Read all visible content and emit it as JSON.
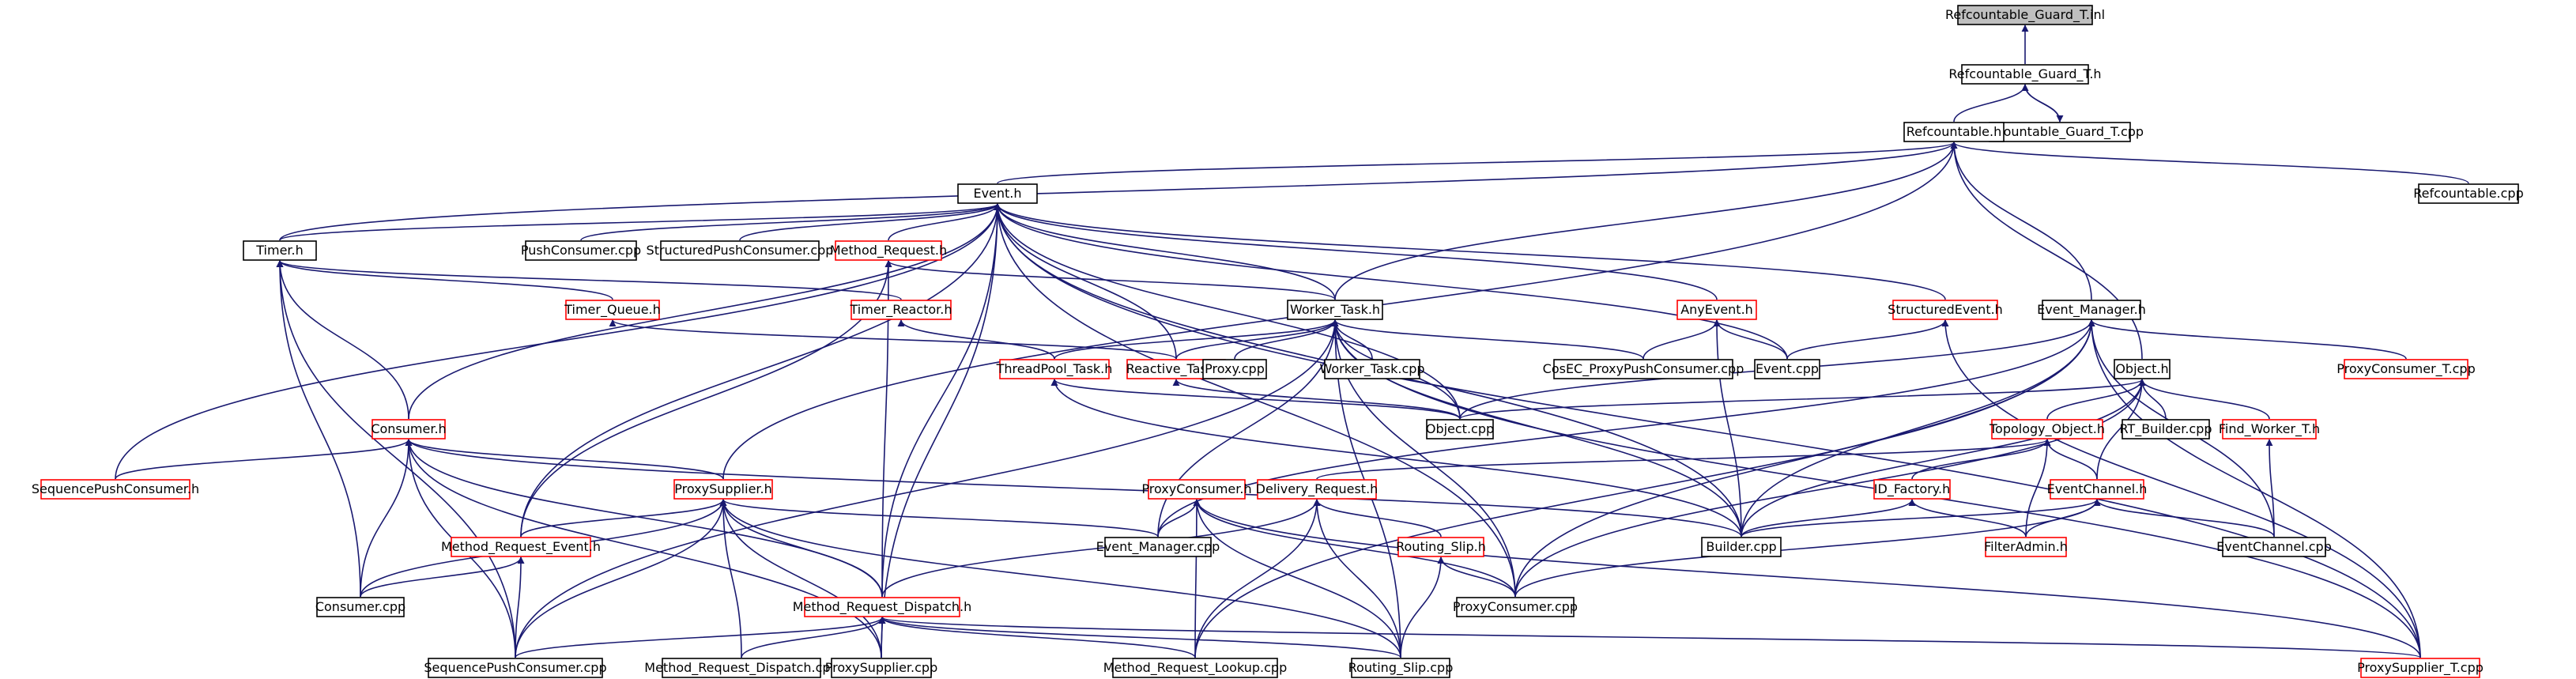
{
  "colors": {
    "edge": "#191970",
    "arrowhead": "#191970",
    "border_documented": "#000000",
    "border_undocumented": "#ff0000",
    "fill_root": "#bfbfbf",
    "fill_default": "#ffffff",
    "label": "#000000"
  },
  "nodes": [
    {
      "id": "n0",
      "label": "Refcountable_Guard_T.inl",
      "style": "root"
    },
    {
      "id": "n1",
      "label": "Refcountable_Guard_T.h",
      "style": "normal"
    },
    {
      "id": "n2",
      "label": "Refcountable_Guard_T.cpp",
      "style": "normal"
    },
    {
      "id": "n3",
      "label": "Refcountable.h",
      "style": "normal"
    },
    {
      "id": "n4",
      "label": "Refcountable.cpp",
      "style": "normal"
    },
    {
      "id": "n5",
      "label": "Event.h",
      "style": "normal"
    },
    {
      "id": "n6",
      "label": "Timer.h",
      "style": "normal"
    },
    {
      "id": "n7",
      "label": "PushConsumer.cpp",
      "style": "normal"
    },
    {
      "id": "n8",
      "label": "StructuredPushConsumer.cpp",
      "style": "normal"
    },
    {
      "id": "n9",
      "label": "Method_Request.h",
      "style": "red"
    },
    {
      "id": "n10",
      "label": "Timer_Queue.h",
      "style": "red"
    },
    {
      "id": "n11",
      "label": "Timer_Reactor.h",
      "style": "red"
    },
    {
      "id": "n12",
      "label": "Worker_Task.h",
      "style": "normal"
    },
    {
      "id": "n13",
      "label": "AnyEvent.h",
      "style": "red"
    },
    {
      "id": "n14",
      "label": "StructuredEvent.h",
      "style": "red"
    },
    {
      "id": "n15",
      "label": "Event_Manager.h",
      "style": "normal"
    },
    {
      "id": "n16",
      "label": "ProxyConsumer_T.cpp",
      "style": "red"
    },
    {
      "id": "n17",
      "label": "ThreadPool_Task.h",
      "style": "red"
    },
    {
      "id": "n18",
      "label": "Reactive_Task.h",
      "style": "red"
    },
    {
      "id": "n19",
      "label": "Proxy.cpp",
      "style": "normal"
    },
    {
      "id": "n20",
      "label": "Worker_Task.cpp",
      "style": "normal"
    },
    {
      "id": "n21",
      "label": "CosEC_ProxyPushConsumer.cpp",
      "style": "normal"
    },
    {
      "id": "n22",
      "label": "Event.cpp",
      "style": "normal"
    },
    {
      "id": "n23",
      "label": "Object.h",
      "style": "normal"
    },
    {
      "id": "n24",
      "label": "Consumer.h",
      "style": "red"
    },
    {
      "id": "n25",
      "label": "Object.cpp",
      "style": "normal"
    },
    {
      "id": "n26",
      "label": "Topology_Object.h",
      "style": "red"
    },
    {
      "id": "n27",
      "label": "RT_Builder.cpp",
      "style": "normal"
    },
    {
      "id": "n28",
      "label": "Find_Worker_T.h",
      "style": "red"
    },
    {
      "id": "n29",
      "label": "SequencePushConsumer.h",
      "style": "red"
    },
    {
      "id": "n30",
      "label": "ProxySupplier.h",
      "style": "red"
    },
    {
      "id": "n31",
      "label": "ProxyConsumer.h",
      "style": "red"
    },
    {
      "id": "n32",
      "label": "Delivery_Request.h",
      "style": "red"
    },
    {
      "id": "n33",
      "label": "ID_Factory.h",
      "style": "red"
    },
    {
      "id": "n34",
      "label": "EventChannel.h",
      "style": "red"
    },
    {
      "id": "n35",
      "label": "Method_Request_Event.h",
      "style": "red"
    },
    {
      "id": "n36",
      "label": "Event_Manager.cpp",
      "style": "normal"
    },
    {
      "id": "n37",
      "label": "Routing_Slip.h",
      "style": "red"
    },
    {
      "id": "n38",
      "label": "Builder.cpp",
      "style": "normal"
    },
    {
      "id": "n39",
      "label": "FilterAdmin.h",
      "style": "red"
    },
    {
      "id": "n40",
      "label": "EventChannel.cpp",
      "style": "normal"
    },
    {
      "id": "n41",
      "label": "Consumer.cpp",
      "style": "normal"
    },
    {
      "id": "n42",
      "label": "Method_Request_Dispatch.h",
      "style": "red"
    },
    {
      "id": "n43",
      "label": "ProxyConsumer.cpp",
      "style": "normal"
    },
    {
      "id": "n44",
      "label": "SequencePushConsumer.cpp",
      "style": "normal"
    },
    {
      "id": "n45",
      "label": "Method_Request_Dispatch.cpp",
      "style": "normal"
    },
    {
      "id": "n46",
      "label": "ProxySupplier.cpp",
      "style": "normal"
    },
    {
      "id": "n47",
      "label": "Method_Request_Lookup.cpp",
      "style": "normal"
    },
    {
      "id": "n48",
      "label": "Routing_Slip.cpp",
      "style": "normal"
    },
    {
      "id": "n49",
      "label": "ProxySupplier_T.cpp",
      "style": "red"
    }
  ],
  "edges": [
    [
      "n1",
      "n0"
    ],
    [
      "n3",
      "n1"
    ],
    [
      "n2",
      "n1"
    ],
    [
      "n1",
      "n2"
    ],
    [
      "n4",
      "n3"
    ],
    [
      "n5",
      "n3"
    ],
    [
      "n6",
      "n3"
    ],
    [
      "n12",
      "n3"
    ],
    [
      "n15",
      "n3"
    ],
    [
      "n23",
      "n3"
    ],
    [
      "n2",
      "n3"
    ],
    [
      "n30",
      "n3"
    ],
    [
      "n6",
      "n5"
    ],
    [
      "n7",
      "n5"
    ],
    [
      "n8",
      "n5"
    ],
    [
      "n9",
      "n5"
    ],
    [
      "n12",
      "n5"
    ],
    [
      "n13",
      "n5"
    ],
    [
      "n14",
      "n5"
    ],
    [
      "n22",
      "n5"
    ],
    [
      "n24",
      "n5"
    ],
    [
      "n38",
      "n5"
    ],
    [
      "n29",
      "n5"
    ],
    [
      "n25",
      "n5"
    ],
    [
      "n42",
      "n5"
    ],
    [
      "n43",
      "n5"
    ],
    [
      "n35",
      "n5"
    ],
    [
      "n18",
      "n5"
    ],
    [
      "n49",
      "n5"
    ],
    [
      "n46",
      "n5"
    ],
    [
      "n10",
      "n6"
    ],
    [
      "n11",
      "n6"
    ],
    [
      "n24",
      "n6"
    ],
    [
      "n41",
      "n6"
    ],
    [
      "n44",
      "n6"
    ],
    [
      "n12",
      "n9"
    ],
    [
      "n35",
      "n9"
    ],
    [
      "n42",
      "n9"
    ],
    [
      "n18",
      "n10"
    ],
    [
      "n17",
      "n11"
    ],
    [
      "n17",
      "n12"
    ],
    [
      "n18",
      "n12"
    ],
    [
      "n19",
      "n12"
    ],
    [
      "n20",
      "n12"
    ],
    [
      "n21",
      "n12"
    ],
    [
      "n25",
      "n12"
    ],
    [
      "n38",
      "n12"
    ],
    [
      "n44",
      "n12"
    ],
    [
      "n48",
      "n12"
    ],
    [
      "n43",
      "n12"
    ],
    [
      "n36",
      "n12"
    ],
    [
      "n49",
      "n12"
    ],
    [
      "n21",
      "n13"
    ],
    [
      "n22",
      "n13"
    ],
    [
      "n38",
      "n13"
    ],
    [
      "n22",
      "n14"
    ],
    [
      "n49",
      "n14"
    ],
    [
      "n25",
      "n15"
    ],
    [
      "n38",
      "n15"
    ],
    [
      "n16",
      "n15"
    ],
    [
      "n40",
      "n15"
    ],
    [
      "n43",
      "n15"
    ],
    [
      "n36",
      "n15"
    ],
    [
      "n49",
      "n15"
    ],
    [
      "n47",
      "n15"
    ],
    [
      "n25",
      "n17"
    ],
    [
      "n25",
      "n18"
    ],
    [
      "n38",
      "n17"
    ],
    [
      "n25",
      "n23"
    ],
    [
      "n26",
      "n23"
    ],
    [
      "n27",
      "n23"
    ],
    [
      "n28",
      "n23"
    ],
    [
      "n34",
      "n23"
    ],
    [
      "n38",
      "n23"
    ],
    [
      "n43",
      "n23"
    ],
    [
      "n29",
      "n24"
    ],
    [
      "n30",
      "n24"
    ],
    [
      "n41",
      "n24"
    ],
    [
      "n44",
      "n24"
    ],
    [
      "n46",
      "n24"
    ],
    [
      "n42",
      "n24"
    ],
    [
      "n38",
      "n24"
    ],
    [
      "n32",
      "n26"
    ],
    [
      "n33",
      "n26"
    ],
    [
      "n39",
      "n26"
    ],
    [
      "n34",
      "n26"
    ],
    [
      "n40",
      "n28"
    ],
    [
      "n35",
      "n30"
    ],
    [
      "n41",
      "n30"
    ],
    [
      "n42",
      "n30"
    ],
    [
      "n44",
      "n30"
    ],
    [
      "n45",
      "n30"
    ],
    [
      "n46",
      "n30"
    ],
    [
      "n36",
      "n30"
    ],
    [
      "n48",
      "n30"
    ],
    [
      "n36",
      "n31"
    ],
    [
      "n43",
      "n31"
    ],
    [
      "n47",
      "n31"
    ],
    [
      "n48",
      "n31"
    ],
    [
      "n49",
      "n31"
    ],
    [
      "n37",
      "n32"
    ],
    [
      "n42",
      "n32"
    ],
    [
      "n47",
      "n32"
    ],
    [
      "n48",
      "n32"
    ],
    [
      "n38",
      "n33"
    ],
    [
      "n39",
      "n33"
    ],
    [
      "n38",
      "n34"
    ],
    [
      "n39",
      "n34"
    ],
    [
      "n40",
      "n34"
    ],
    [
      "n43",
      "n34"
    ],
    [
      "n41",
      "n35"
    ],
    [
      "n44",
      "n35"
    ],
    [
      "n43",
      "n37"
    ],
    [
      "n48",
      "n37"
    ],
    [
      "n44",
      "n42"
    ],
    [
      "n45",
      "n42"
    ],
    [
      "n46",
      "n42"
    ],
    [
      "n47",
      "n42"
    ],
    [
      "n48",
      "n42"
    ],
    [
      "n49",
      "n42"
    ]
  ]
}
